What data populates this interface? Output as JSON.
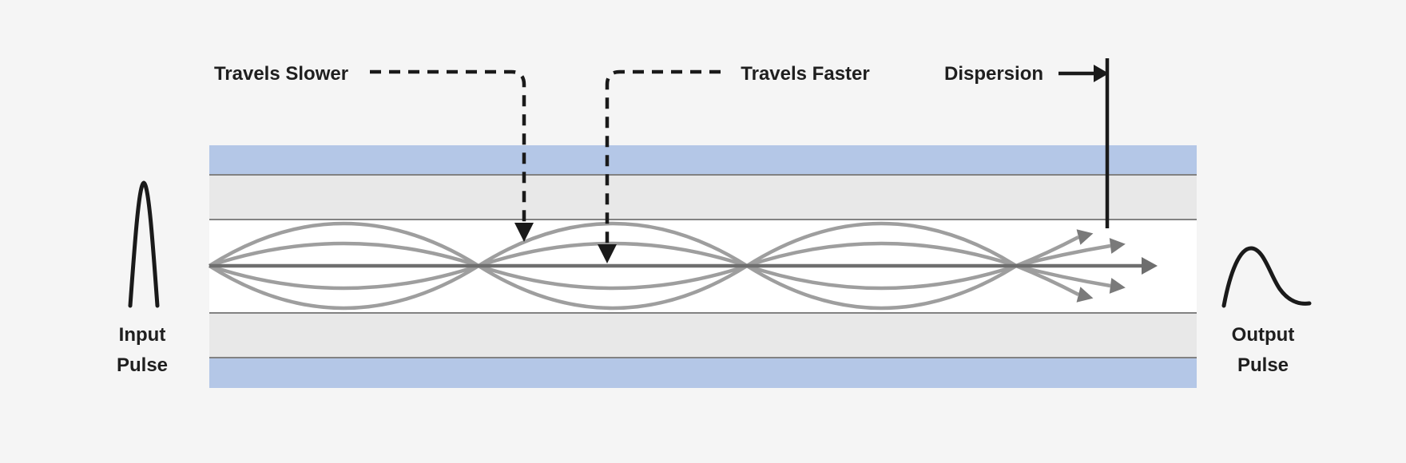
{
  "labels": {
    "travels_slower": "Travels Slower",
    "travels_faster": "Travels Faster",
    "dispersion": "Dispersion",
    "input_pulse_line1": "Input",
    "input_pulse_line2": "Pulse",
    "output_pulse_line1": "Output",
    "output_pulse_line2": "Pulse"
  },
  "colors": {
    "background": "#f5f5f5",
    "outer_cladding": "#b4c7e7",
    "inner_cladding": "#e8e8e8",
    "core": "#ffffff",
    "layer_border": "#828282",
    "mode_ray": "#9e9e9e",
    "axial_ray": "#6e6e6e",
    "ray_arrowhead": "#7a7a7a",
    "annotation": "#1a1a1a"
  },
  "diagram": {
    "kind": "optical-fiber-modal-dispersion",
    "ray_count": 5,
    "ray_crossings": 3
  }
}
